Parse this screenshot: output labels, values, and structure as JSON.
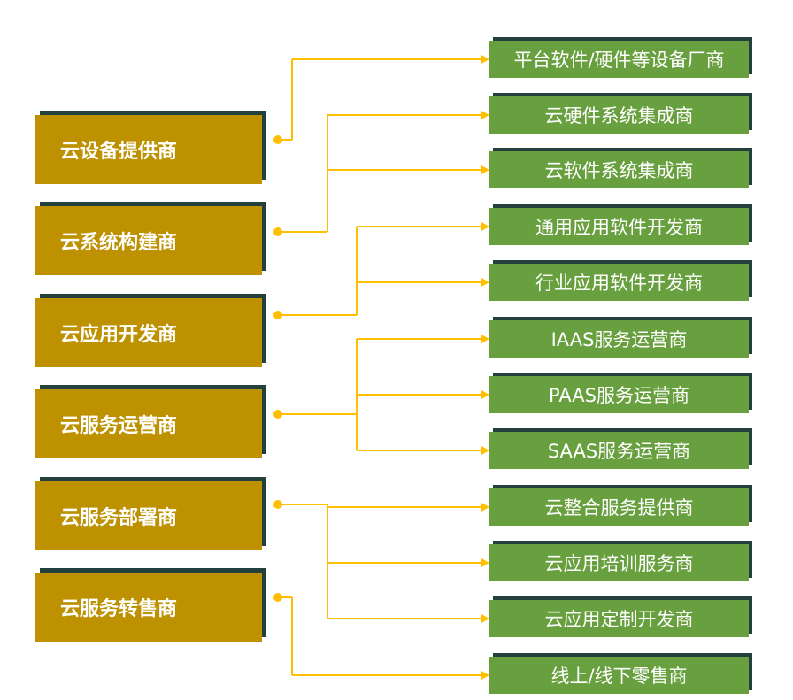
{
  "colors": {
    "left_box": "#bd9100",
    "right_box": "#69a03f",
    "shadow": "#24403c",
    "connector": "#ffbf00",
    "text": "#ffffff"
  },
  "left_categories": [
    {
      "label": "云设备提供商",
      "targets": [
        0
      ]
    },
    {
      "label": "云系统构建商",
      "targets": [
        1,
        2
      ]
    },
    {
      "label": "云应用开发商",
      "targets": [
        3,
        4
      ]
    },
    {
      "label": "云服务运营商",
      "targets": [
        5,
        6,
        7
      ]
    },
    {
      "label": "云服务部署商",
      "targets": [
        8,
        9,
        10
      ]
    },
    {
      "label": "云服务转售商",
      "targets": [
        11
      ]
    }
  ],
  "right_items": [
    {
      "label": "平台软件/硬件等设备厂商"
    },
    {
      "label": "云硬件系统集成商"
    },
    {
      "label": "云软件系统集成商"
    },
    {
      "label": "通用应用软件开发商"
    },
    {
      "label": "行业应用软件开发商"
    },
    {
      "label": "IAAS服务运营商"
    },
    {
      "label": "PAAS服务运营商"
    },
    {
      "label": "SAAS服务运营商"
    },
    {
      "label": "云整合服务提供商"
    },
    {
      "label": "云应用培训服务商"
    },
    {
      "label": "云应用定制开发商"
    },
    {
      "label": "线上/线下零售商"
    }
  ]
}
